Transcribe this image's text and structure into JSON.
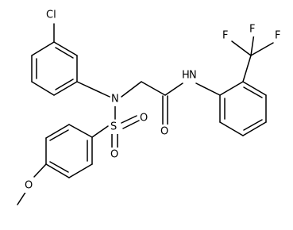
{
  "structure": {
    "atoms": {
      "chlorine": "Cl",
      "sulfonamide_nitrogen": "N",
      "sulfur": "S",
      "sulfonyl_oxygen_upper": "O",
      "sulfonyl_oxygen_lower": "O",
      "methoxy_oxygen": "O",
      "carbonyl_oxygen": "O",
      "amide_nitrogen": "N",
      "amide_hydrogen": "H",
      "fluorine_left": "F",
      "fluorine_top": "F",
      "fluorine_right": "F"
    }
  }
}
